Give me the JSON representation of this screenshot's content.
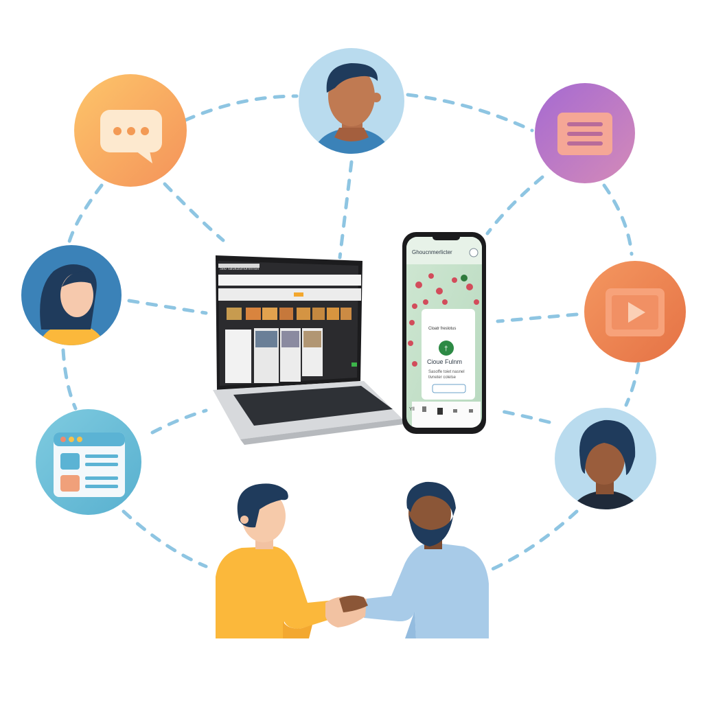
{
  "colors": {
    "connector": "#8ec5e2",
    "chat_circle": "#f9a85a",
    "document_circle": "#b57ad6",
    "video_circle": "#ee7f4e",
    "browser_circle": "#6ec0d8",
    "avatar_blue": "#b9dbee",
    "avatar_dark": "#3b82b8",
    "shirt_yellow": "#fbb83b",
    "shirt_blue": "#9ec6e6"
  },
  "icons": [
    "chat-bubble-icon",
    "document-lines-icon",
    "video-play-icon",
    "browser-window-icon"
  ],
  "phone_screen": {
    "title": "Ghoucnmerlicter",
    "card_subtitle": "Cloatr freslotus",
    "card_name": "Cioue Fulnm",
    "card_desc_1": "Sasoffe toiet nasnel",
    "card_desc_2": "tivneter colelse",
    "tab_label": "Yll"
  },
  "laptop_screen": {
    "title": "Silo raiuitdsihomnnsh"
  }
}
